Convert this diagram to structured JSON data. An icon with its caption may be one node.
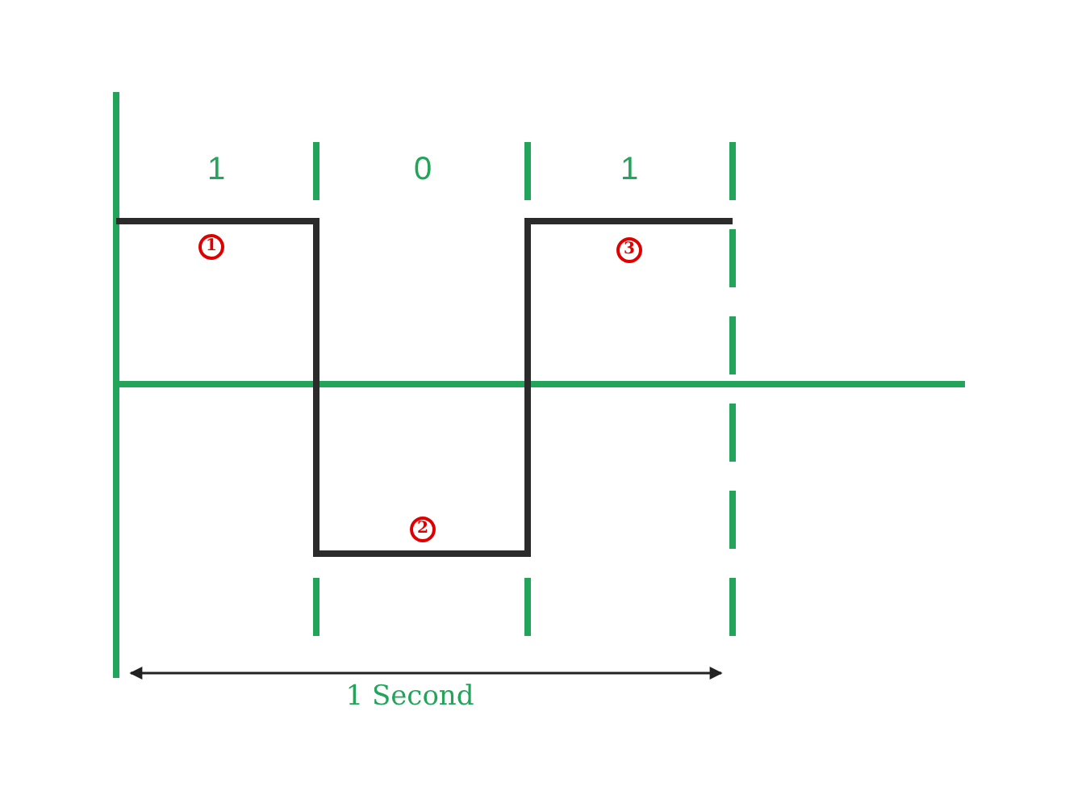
{
  "diagram": {
    "labels": [
      "1",
      "0",
      "1",
      "1",
      "3",
      "2",
      "1 Second"
    ]
  }
}
